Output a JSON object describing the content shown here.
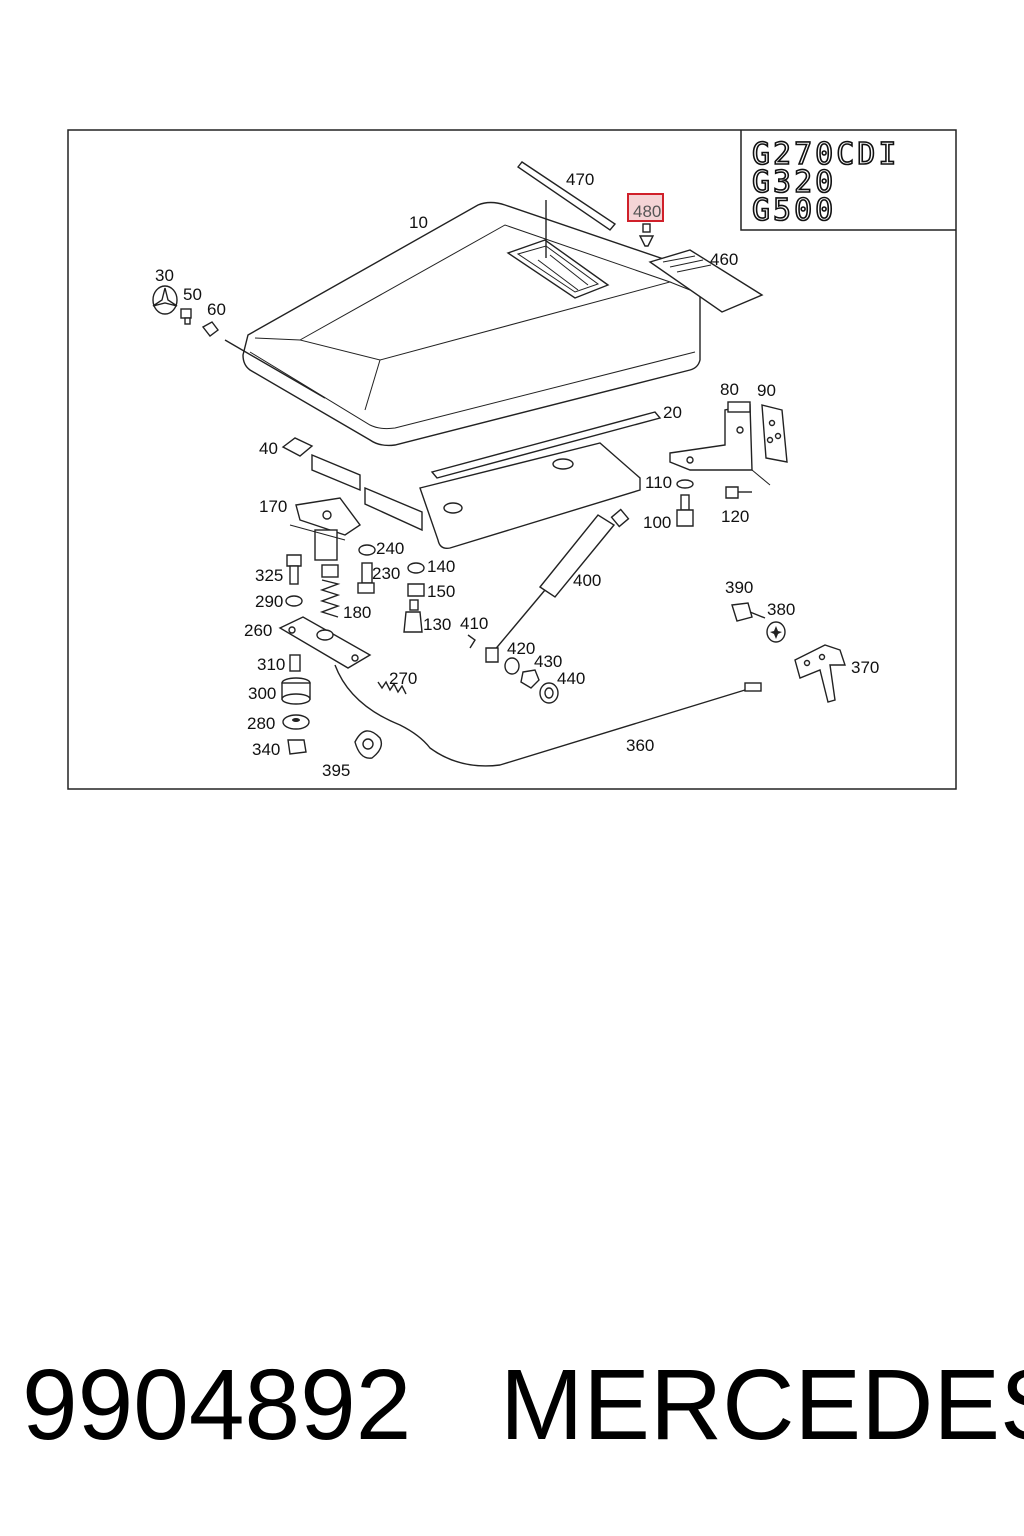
{
  "emblem": {
    "line1": "G270CDI",
    "line2": "G320",
    "line3": "G500"
  },
  "callouts": {
    "c10": "10",
    "c20": "20",
    "c30": "30",
    "c40": "40",
    "c50": "50",
    "c60": "60",
    "c80": "80",
    "c90": "90",
    "c100": "100",
    "c110": "110",
    "c120": "120",
    "c130": "130",
    "c140": "140",
    "c150": "150",
    "c170": "170",
    "c180": "180",
    "c230": "230",
    "c240": "240",
    "c260": "260",
    "c270": "270",
    "c280": "280",
    "c290": "290",
    "c300": "300",
    "c310": "310",
    "c325": "325",
    "c340": "340",
    "c360": "360",
    "c370": "370",
    "c380": "380",
    "c390": "390",
    "c395": "395",
    "c400": "400",
    "c410": "410",
    "c420": "420",
    "c430": "430",
    "c440": "440",
    "c460": "460",
    "c470": "470",
    "c480": "480"
  },
  "highlight_color": "#d0202a",
  "footer": {
    "part_number": "9904892",
    "brand": "MERCEDES"
  }
}
